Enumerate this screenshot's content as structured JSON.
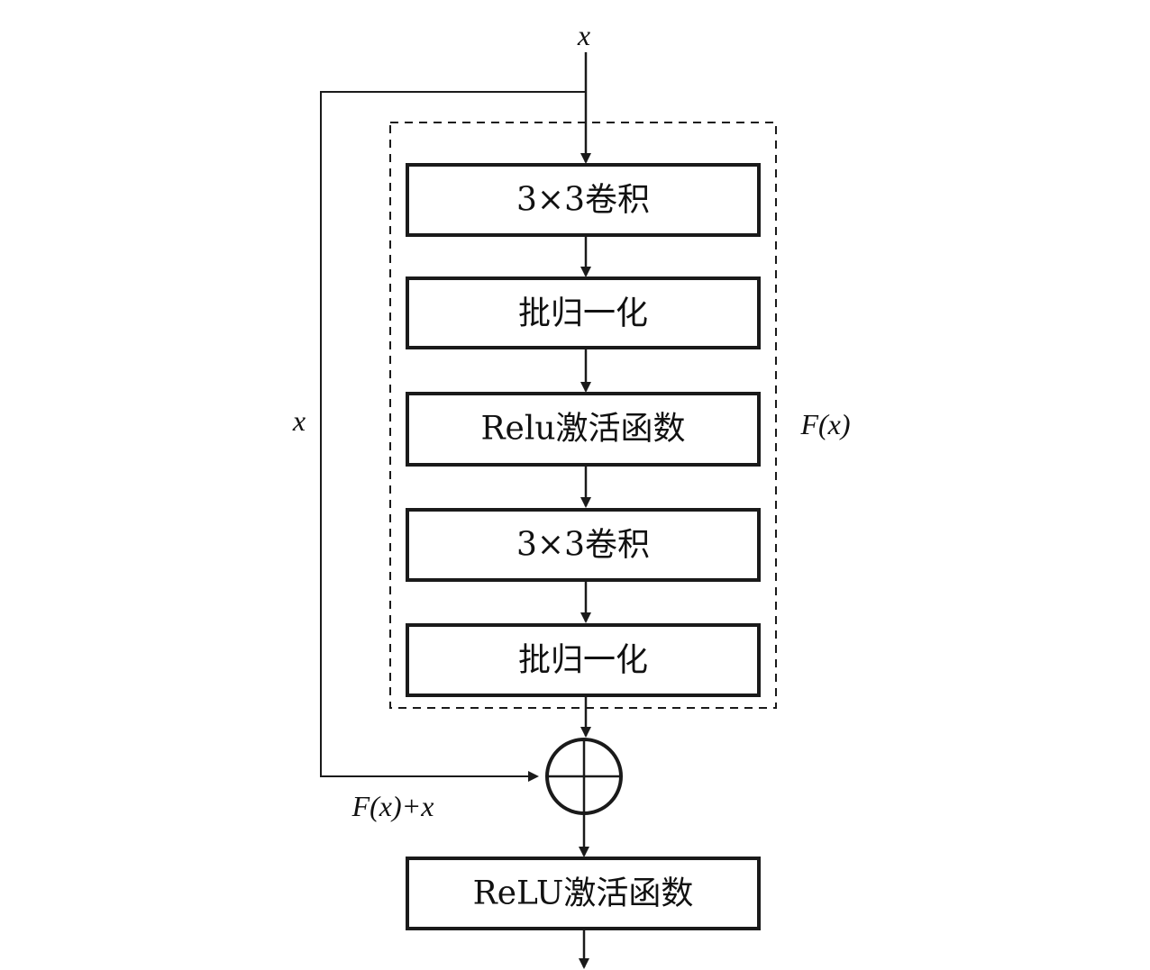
{
  "input_label": "x",
  "skip_label": "x",
  "block_label": "F(x)",
  "sum_label": "F(x)+x",
  "layers": [
    "3×3卷积",
    "批归一化",
    "Relu激活函数",
    "3×3卷积",
    "批归一化"
  ],
  "output_layer": "ReLU激活函数"
}
